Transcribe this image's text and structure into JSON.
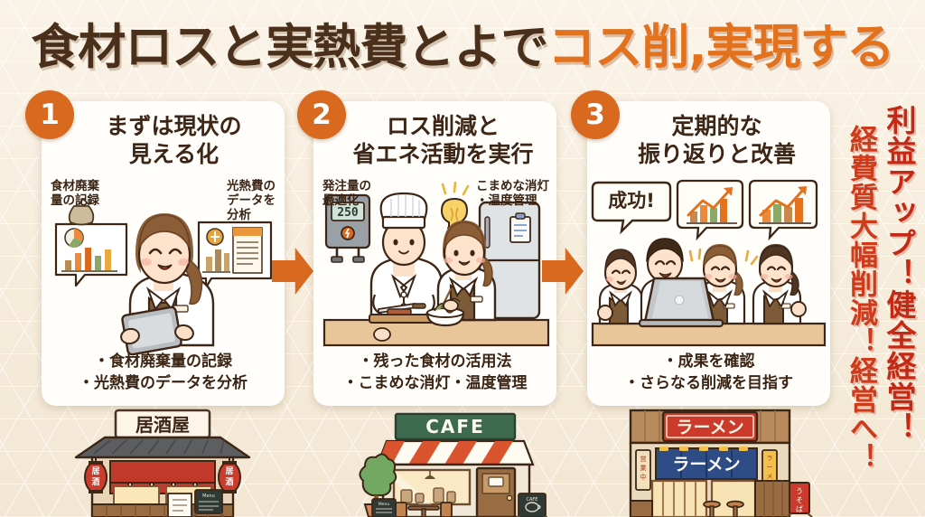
{
  "page": {
    "background_color": "#f7efe2",
    "accent_orange": "#d9691f",
    "dark_brown": "#3d2616",
    "red": "#c32914"
  },
  "title": {
    "dark_part": "食材ロスと実熱費とよで",
    "orange_part": "コス削,実現する"
  },
  "cards": [
    {
      "badge": "1",
      "title_line1": "まずは現状の",
      "title_line2": "見える化",
      "caption_left": "食材廃棄\n量の記録",
      "caption_left_l1": "食材廃棄",
      "caption_left_l2": "量の記録",
      "caption_right_l1": "光熱費の",
      "caption_right_l2": "データを",
      "caption_right_l3": "分析",
      "bullets": [
        "・食材廃棄量の記録",
        "・光熱費のデータを分析"
      ],
      "art": "staff-woman-with-tablet-and-chart-bubbles"
    },
    {
      "badge": "2",
      "title_line1": "ロス削減と",
      "title_line2": "省エネ活動を実行",
      "caption_left_l1": "発注量の",
      "caption_left_l2": "最適化",
      "caption_right_l1": "こまめな消灯",
      "caption_right_l2": "・温度管理",
      "bullets": [
        "・残った食材の活用法",
        "・こまめな消灯・温度管理"
      ],
      "art": "chef-and-staff-cooking-with-meter-and-fridge",
      "meter_reading": "250"
    },
    {
      "badge": "3",
      "title_line1": "定期的な",
      "title_line2": "振り返りと改善",
      "speech_bubble": "成功!",
      "bullets": [
        "・成果を確認",
        "・さらなる削減を目指す"
      ],
      "art": "four-staff-around-laptop-with-growth-chart-bubbles"
    }
  ],
  "arrows": [
    {
      "name": "arrow-card1-to-card2",
      "direction": "right"
    },
    {
      "name": "arrow-card2-to-card3",
      "direction": "right"
    }
  ],
  "vertical_copy": {
    "right_column": "利益アップ！健全経営！",
    "left_column": "経費質大幅削減！経営へ！"
  },
  "shops": [
    {
      "name": "izakaya",
      "sign": "居酒屋",
      "lantern_left": "居酒",
      "lantern_right": "居酒",
      "board": "Menu"
    },
    {
      "name": "cafe",
      "sign": "CAFE",
      "board_left": "Menu",
      "board_right": "CAFE"
    },
    {
      "name": "ramen",
      "sign": "ラーメン",
      "noren": "ラーメン",
      "banner_left": "営業中",
      "banner_right": "ラーメン",
      "a_board": "うそば"
    }
  ]
}
